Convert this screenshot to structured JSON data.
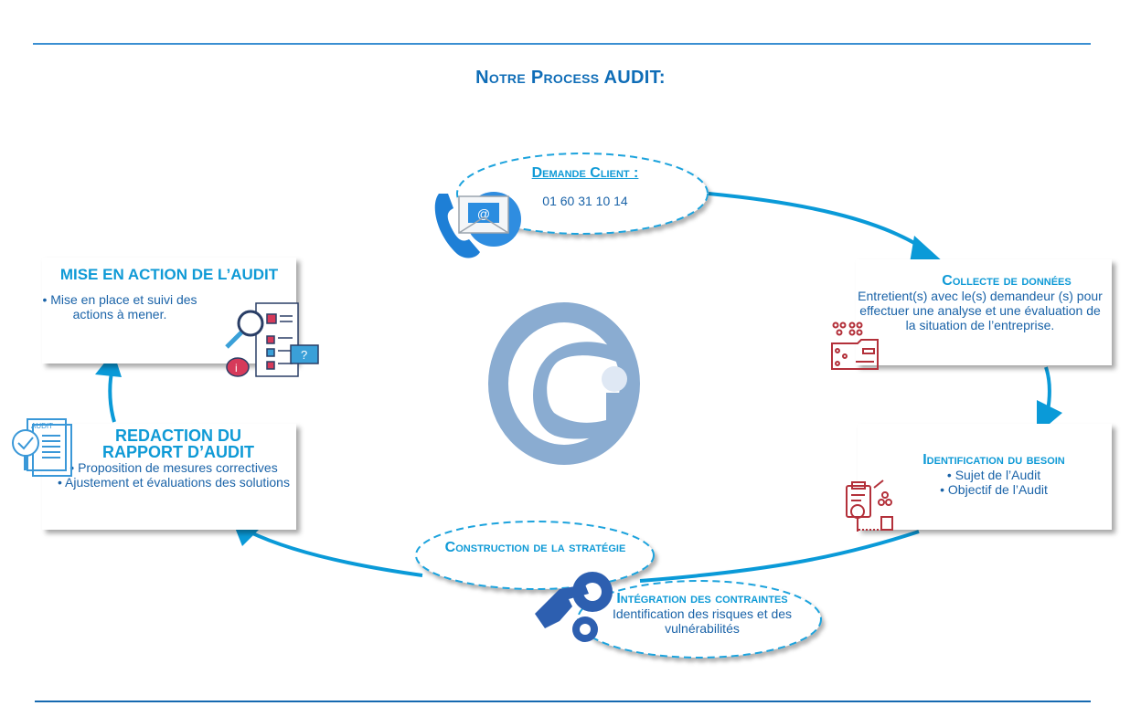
{
  "title": "Notre Process AUDIT:",
  "logo": {
    "name": "company-logo",
    "colors": {
      "ring": "#8aacd1",
      "dot": "#dfe8f4"
    }
  },
  "colors": {
    "accent": "#0f9ad6",
    "text": "#1a63a8",
    "title": "#0f6db7",
    "icon_red": "#b3303a",
    "icon_blue": "#2d5fb0"
  },
  "steps": {
    "demande_client": {
      "title": "Demande Client :",
      "phone": "01 60 31 10 14",
      "icon": "phone-email-icon"
    },
    "collecte": {
      "title": "Collecte de données",
      "body": "Entretient(s) avec le(s) demandeur (s) pour effectuer une analyse et une évaluation de la situation de l’entreprise.",
      "icon": "data-collection-icon"
    },
    "identification": {
      "title": "Identification du besoin",
      "bullets": [
        "Sujet de l’Audit",
        "Objectif de l’Audit"
      ],
      "icon": "audit-needs-icon"
    },
    "construction": {
      "title": "Construction de la stratégie",
      "icon": "hand-gears-icon"
    },
    "integration": {
      "title": "Intégration des contraintes",
      "body": "Identification des risques et des vulnérabilités"
    },
    "redaction": {
      "title_line1": "REDACTION DU",
      "title_line2": "RAPPORT D’AUDIT",
      "bullets": [
        "Proposition de mesures correctives",
        "Ajustement et évaluations des solutions"
      ],
      "icon_label": "AUDIT",
      "icon": "audit-report-icon"
    },
    "mise_en_action": {
      "title": "MISE EN ACTION DE L’AUDIT",
      "bullets": [
        "Mise en place et suivi des actions à mener."
      ],
      "icon": "checklist-magnifier-icon"
    }
  }
}
